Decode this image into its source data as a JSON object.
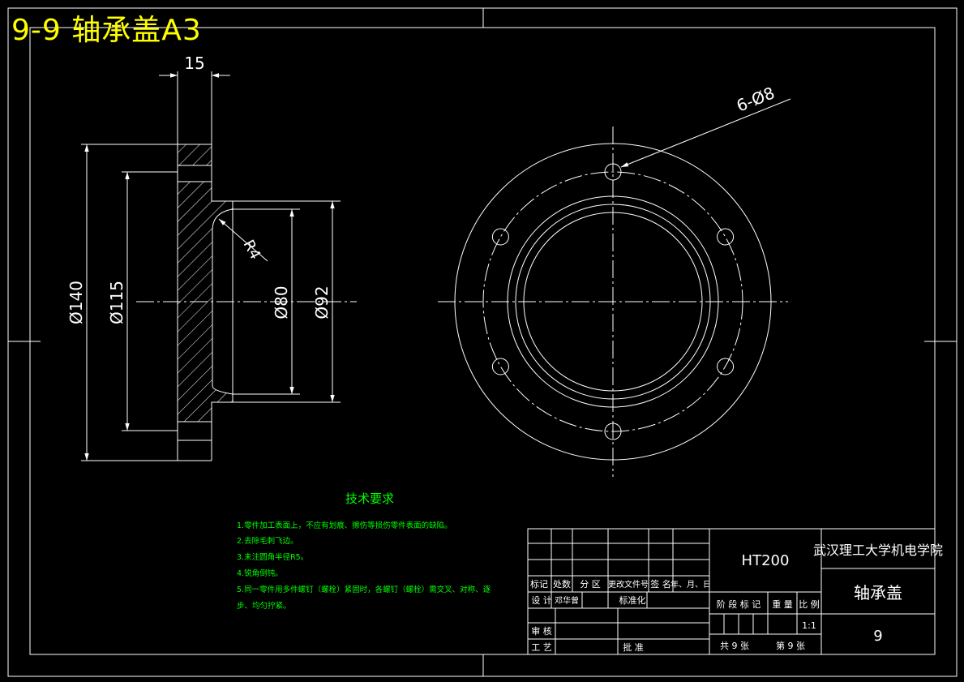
{
  "drawing": {
    "title": "9-9 轴承盖A3",
    "colors": {
      "background": "#000000",
      "lines": "#ffffff",
      "title": "#ffff00",
      "notes": "#00ff00"
    }
  },
  "dimensions": {
    "width_top": "15",
    "dia_140": "Ø140",
    "dia_115": "Ø115",
    "dia_80": "Ø80",
    "dia_92": "Ø92",
    "radius": "R4",
    "holes": "6-Ø8"
  },
  "requirements": {
    "title": "技术要求",
    "items": [
      "1.零件加工表面上，不应有划痕、擦伤等损伤零件表面的缺陷。",
      "2.去除毛刺飞边。",
      "3.未注圆角半径R5。",
      "4.锐角倒钝。",
      "5.同一零件用多件螺钉（螺栓）紧固时，各螺钉（螺栓）需交叉、对称、逐",
      "步、均匀拧紧。"
    ]
  },
  "title_block": {
    "headers": [
      "标记",
      "处数",
      "分 区",
      "更改文件号",
      "签 名",
      "年、月、日"
    ],
    "design_label": "设 计",
    "designer": "邓华曾",
    "standard_label": "标准化",
    "review_label": "审 核",
    "process_label": "工 艺",
    "approve_label": "批 准",
    "material": "HT200",
    "university": "武汉理工大学机电学院",
    "part_name": "轴承盖",
    "drawing_no": "9",
    "stage_label": "阶 段 标 记",
    "weight_label": "重 量",
    "scale_label": "比 例",
    "scale": "1:1",
    "total_label": "共 9 张",
    "sheet_label": "第 9 张"
  }
}
